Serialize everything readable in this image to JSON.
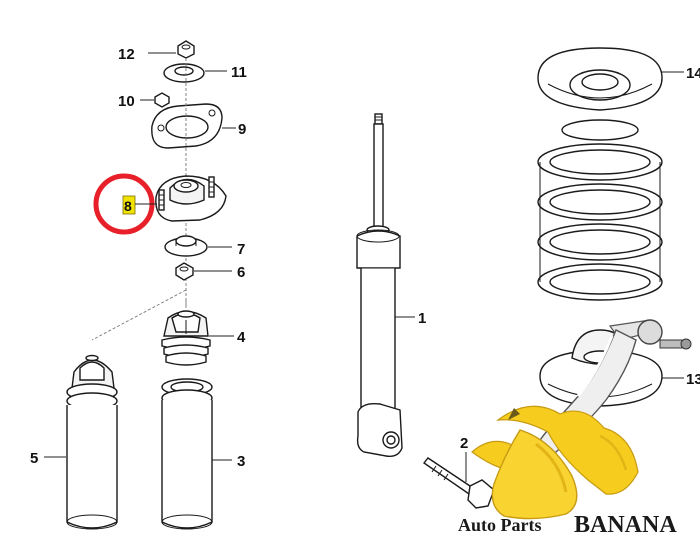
{
  "labels": {
    "l1": "1",
    "l2": "2",
    "l3": "3",
    "l4": "4",
    "l5": "5",
    "l6": "6",
    "l7": "7",
    "l8": "8",
    "l9": "9",
    "l10": "10",
    "l11": "11",
    "l12": "12",
    "l13": "13",
    "l14": "14"
  },
  "watermark": {
    "small": "Auto Parts",
    "big": "BANANA"
  },
  "colors": {
    "highlight_ring": "#e8202a",
    "highlight_box": "#f2e200",
    "banana_yellow": "#f6cc1e",
    "banana_dark": "#c79b12"
  }
}
